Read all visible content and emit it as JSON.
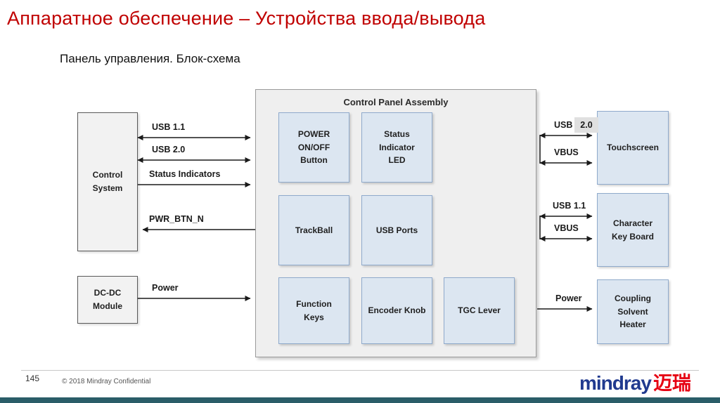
{
  "slide": {
    "title": "Аппаратное обеспечение – Устройства ввода/вывода",
    "subtitle": "Панель управления. Блок-схема"
  },
  "panel": {
    "title": "Control Panel Assembly",
    "modules": {
      "power_button": "POWER\nON/OFF\nButton",
      "status_led": "Status\nIndicator\nLED",
      "trackball": "TrackBall",
      "usb_ports": "USB Ports",
      "function_keys": "Function\nKeys",
      "encoder_knob": "Encoder Knob",
      "tgc_lever": "TGC Lever"
    }
  },
  "left": {
    "control_system": "Control\nSystem",
    "dcdc_module": "DC-DC\nModule",
    "labels": {
      "usb11": "USB 1.1",
      "usb20": "USB 2.0",
      "status_indicators": "Status Indicators",
      "pwr_btn_n": "PWR_BTN_N",
      "power": "Power"
    }
  },
  "right": {
    "touchscreen": "Touchscreen",
    "character_keyboard": "Character\nKey Board",
    "coupling_heater": "Coupling\nSolvent\nHeater",
    "labels": {
      "usb": "USB",
      "usb_version": "2.0",
      "vbus_top": "VBUS",
      "usb11": "USB 1.1",
      "vbus_bottom": "VBUS",
      "power": "Power"
    }
  },
  "footer": {
    "page_number": "145",
    "copyright": "© 2018  Mindray Confidential",
    "logo_latin": "mindray",
    "logo_cn": "迈瑞"
  },
  "colors": {
    "title_red": "#C00000",
    "box_blue_fill": "#DCE6F1",
    "box_blue_border": "#8FAACC",
    "panel_fill": "#EFEFEF",
    "logo_blue": "#203A8F",
    "logo_red": "#E60012",
    "footer_bar_teal": "#2A5D68"
  }
}
